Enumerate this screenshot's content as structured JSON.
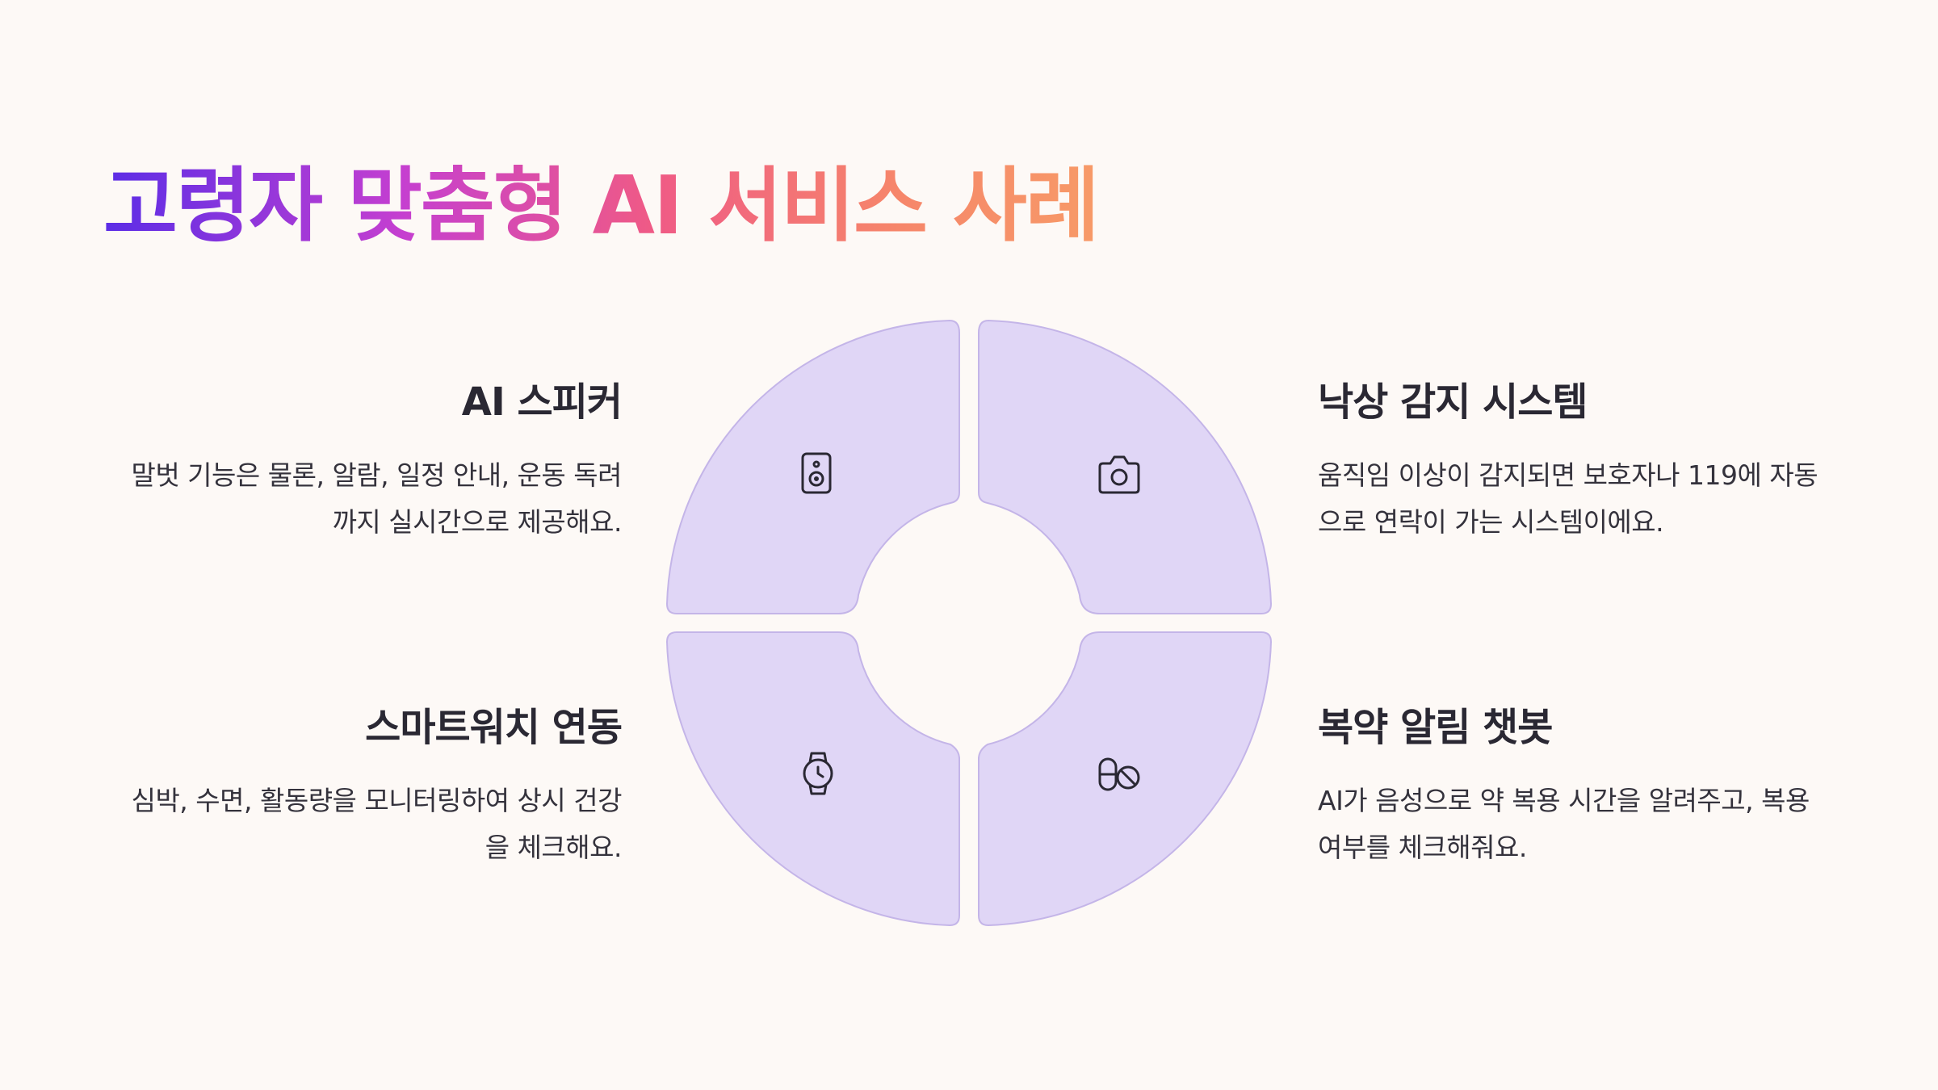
{
  "title": "고령자 맞춤형 AI 서비스 사례",
  "colors": {
    "background": "#fdf9f6",
    "segment_fill": "#e0d6f6",
    "segment_stroke": "#c4b5e8",
    "icon_stroke": "#2a2833",
    "title_gradient": [
      "#5b2de6",
      "#c53fd0",
      "#ef5a86",
      "#f79a68"
    ]
  },
  "items": [
    {
      "position": "top-left",
      "icon": "speaker-icon",
      "title": "AI 스피커",
      "description": "말벗 기능은 물론, 알람, 일정 안내, 운동 독려까지 실시간으로 제공해요."
    },
    {
      "position": "top-right",
      "icon": "camera-icon",
      "title": "낙상 감지 시스템",
      "description": "움직임 이상이 감지되면 보호자나 119에 자동으로 연락이 가는 시스템이에요."
    },
    {
      "position": "bottom-left",
      "icon": "watch-icon",
      "title": "스마트워치 연동",
      "description": "심박, 수면, 활동량을 모니터링하여 상시 건강을 체크해요."
    },
    {
      "position": "bottom-right",
      "icon": "pill-icon",
      "title": "복약 알림 챗봇",
      "description": "AI가 음성으로 약 복용 시간을 알려주고, 복용 여부를 체크해줘요."
    }
  ]
}
